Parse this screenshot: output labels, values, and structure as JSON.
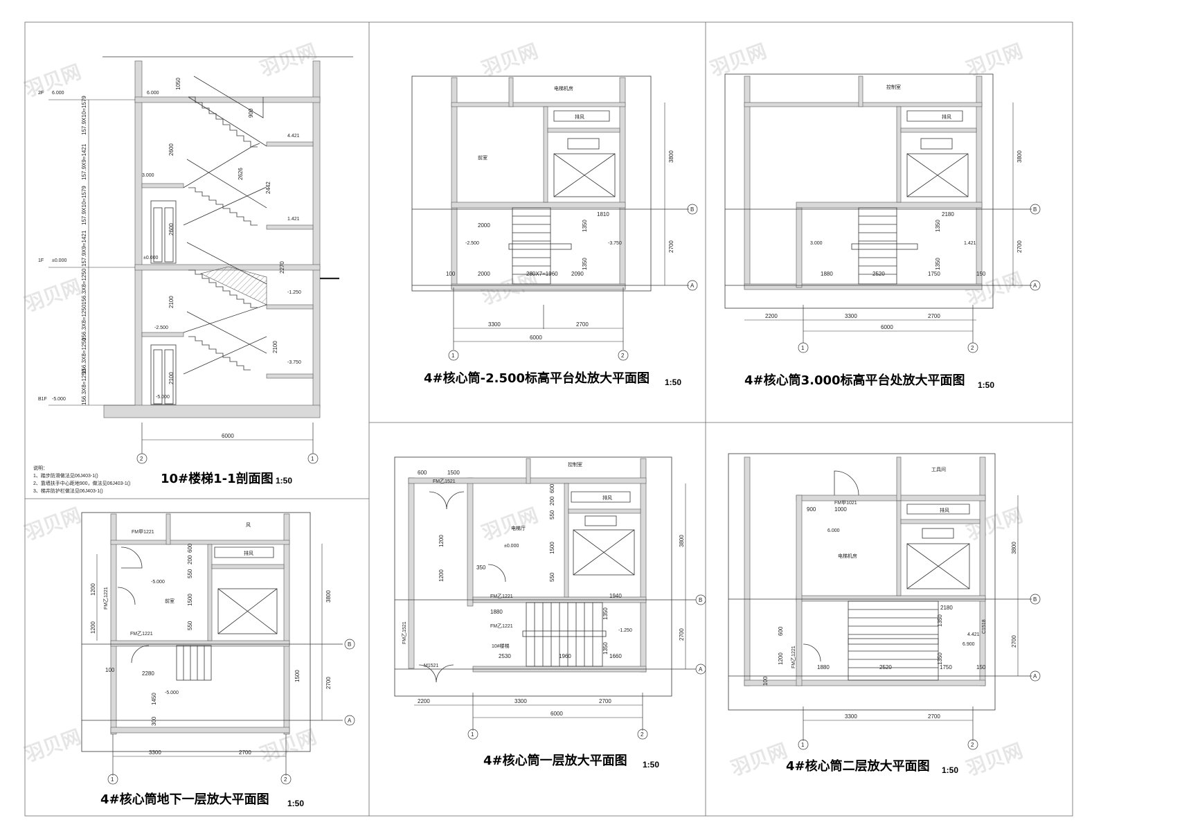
{
  "watermark": "羽贝网",
  "panels": {
    "section": {
      "title": "10#楼梯1-1剖面图",
      "scale": "1:50",
      "levels": [
        "2F",
        "1F",
        "B1F"
      ],
      "elevations": [
        "6.000",
        "±0.000",
        "-5.000",
        "3.000",
        "-2.500",
        "4.421",
        "1.421",
        "-1.250",
        "-3.750"
      ],
      "dims": [
        "6000",
        "2600",
        "2100",
        "2442",
        "2626",
        "2270",
        "1050",
        "900"
      ],
      "side_dims": [
        "157.9X10=1579",
        "157.9X9=1421",
        "157.9X10=1579",
        "157.9X9=1421",
        "156.3X8=1250",
        "156.3X8=1250",
        "156.3X8=1250",
        "156.3X8=1250"
      ],
      "notes": [
        "说明：",
        "1、踏步防滑做法见06J403-1()",
        "2、靠墙扶手中心距地900，做法见06J403-1()",
        "3、梯井防护栏做法见06J403-1()"
      ]
    },
    "plan_m2500": {
      "title": "4#核心筒-2.500标高平台处放大平面图",
      "scale": "1:50",
      "rooms": [
        "电梯机房",
        "前室",
        "排风"
      ],
      "elevations": [
        "-2.500",
        "-3.750"
      ],
      "dims": [
        "3300",
        "2700",
        "6000",
        "3800",
        "2700",
        "2000",
        "2000",
        "280X7=1960",
        "2090",
        "1810",
        "1350",
        "1350",
        "100"
      ]
    },
    "plan_3000": {
      "title": "4#核心筒3.000标高平台处放大平面图",
      "scale": "1:50",
      "rooms": [
        "控制室",
        "排风"
      ],
      "elevations": [
        "3.000",
        "1.421"
      ],
      "dims": [
        "2200",
        "3300",
        "2700",
        "6000",
        "3800",
        "2700",
        "1880",
        "2520",
        "1750",
        "2180",
        "1350",
        "1350",
        "150"
      ]
    },
    "plan_b1": {
      "title": "4#核心筒地下一层放大平面图",
      "scale": "1:50",
      "rooms": [
        "前室",
        "排风",
        "风"
      ],
      "doors": [
        "FM甲1221",
        "FM乙1221",
        "FM乙1221"
      ],
      "elevations": [
        "-5.000",
        "-5.000"
      ],
      "dims": [
        "3300",
        "2700",
        "3800",
        "2700",
        "1200",
        "1200",
        "2280",
        "1450",
        "1500",
        "550",
        "1500",
        "550",
        "200",
        "600",
        "100",
        "300"
      ]
    },
    "plan_1f": {
      "title": "4#核心筒一层放大平面图",
      "scale": "1:50",
      "rooms": [
        "电梯厅",
        "控制室",
        "排风",
        "10#楼梯"
      ],
      "doors": [
        "FM乙1521",
        "FM乙1521",
        "FM乙1221",
        "FM乙1221",
        "M1521"
      ],
      "elevations": [
        "±0.000",
        "-1.250"
      ],
      "dims": [
        "600",
        "1500",
        "2200",
        "3300",
        "2700",
        "6000",
        "3800",
        "2700",
        "1200",
        "1200",
        "2530",
        "1960",
        "1660",
        "1940",
        "1880",
        "1350",
        "1350",
        "550",
        "1500",
        "550",
        "200",
        "600",
        "350"
      ]
    },
    "plan_2f": {
      "title": "4#核心筒二层放大平面图",
      "scale": "1:50",
      "rooms": [
        "工具间",
        "电梯机房",
        "排风"
      ],
      "doors": [
        "FM甲1021",
        "FM乙1221",
        "C1518"
      ],
      "elevations": [
        "6.000",
        "4.421",
        "6.900"
      ],
      "dims": [
        "900",
        "1000",
        "3300",
        "2700",
        "3800",
        "2700",
        "1880",
        "2520",
        "1750",
        "2180",
        "1350",
        "1350",
        "1200",
        "600",
        "150",
        "100"
      ]
    }
  },
  "axes": [
    "1",
    "2",
    "A",
    "B"
  ]
}
